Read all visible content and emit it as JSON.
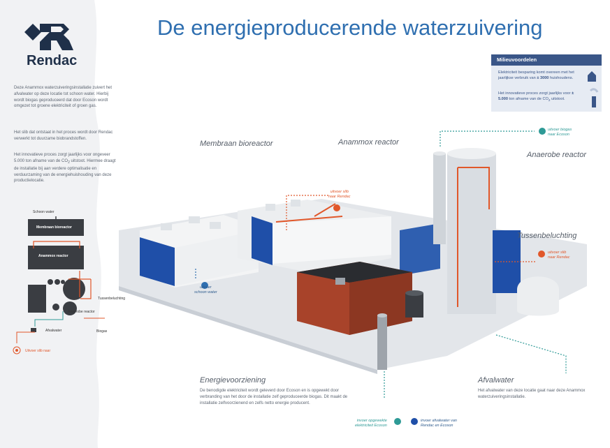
{
  "title": "De energieproducerende waterzuivering",
  "brand": {
    "name": "Rendac",
    "colors": {
      "navy": "#1f3049",
      "blue": "#2f6fb0",
      "orange": "#e1572a",
      "teal": "#2e9a96"
    }
  },
  "intro": {
    "p1": "Deze Anammox waterzuiveringsinstallatie zuivert het afvalwater op deze locatie tot schoon water. Hierbij wordt biogas geproduceerd dat door Ecoson wordt omgezet tot groene elektriciteit of groen gas.",
    "p2": "Het slib dat ontstaat in het proces wordt door Rendac verwerkt tot duurzame biobrandstoffen.",
    "p3a": "Het innovatieve proces zorgt jaarlijks voor ongeveer 5.000 ton afname van de CO",
    "p3sub": "2",
    "p3b": " uitstoot. Hiermee draagt de installatie bij aan verdere optimalisatie en verduurzaming van de energiehuishouding van deze productielocatie."
  },
  "milieu": {
    "heading": "Milieuvoordelen",
    "t1a": "Elektriciteit besparing komt overeen met het jaarlijkse verbruik van ",
    "t1b": "± 3000",
    "t1c": " huishoudens.",
    "t2a": "Het innovatieve proces zorgt jaarlijks voor ",
    "t2b": "± 5.000",
    "t2c": " ton afname van de CO",
    "t2sub": "2",
    "t2d": " uitstoot."
  },
  "labels": {
    "membraan": "Membraan bioreactor",
    "anammox": "Anammox reactor",
    "anaerobe": "Anaerobe reactor",
    "tussen": "Tussenbeluchting",
    "energie": "Energievoorziening",
    "afvalwater": "Afvalwater"
  },
  "flows": {
    "biogas_l1": "uitvoer biogas",
    "biogas_l2": "naar Ecoson",
    "slib1_l1": "uitvoer slib",
    "slib1_l2": "naar Rendac",
    "slib2_l1": "uitvoer slib",
    "slib2_l2": "naar Rendac",
    "schoon_l1": "uitvoer",
    "schoon_l2": "schoon water",
    "elec_l1": "invoer opgewekte",
    "elec_l2": "elektriciteit Ecoson",
    "afval_l1": "invoer afvalwater van",
    "afval_l2": "Rendac en Ecoson"
  },
  "energie_text": "De benodigde elektriciteit wordt geleverd door Ecoson en is opgewekt door verbranding van het door de installatie zelf geproduceerde biogas. Dit maakt de installatie zelfvoorzienend en zelfs netto energie producent.",
  "afval_text": "Het afvalwater van deze locatie gaat naar deze Anammox waterzuiveringsinstallatie.",
  "mini": {
    "schoon": "Schoon water",
    "membraan": "Membraan bioreactor",
    "anammox": "Anammox reactor",
    "tussen": "Tussenbeluchting",
    "anaerobe": "Anaerobe reactor",
    "afvalwater": "Afvalwater",
    "biogas": "Biogas",
    "uitvoer": "Uitvoer slib naar"
  }
}
